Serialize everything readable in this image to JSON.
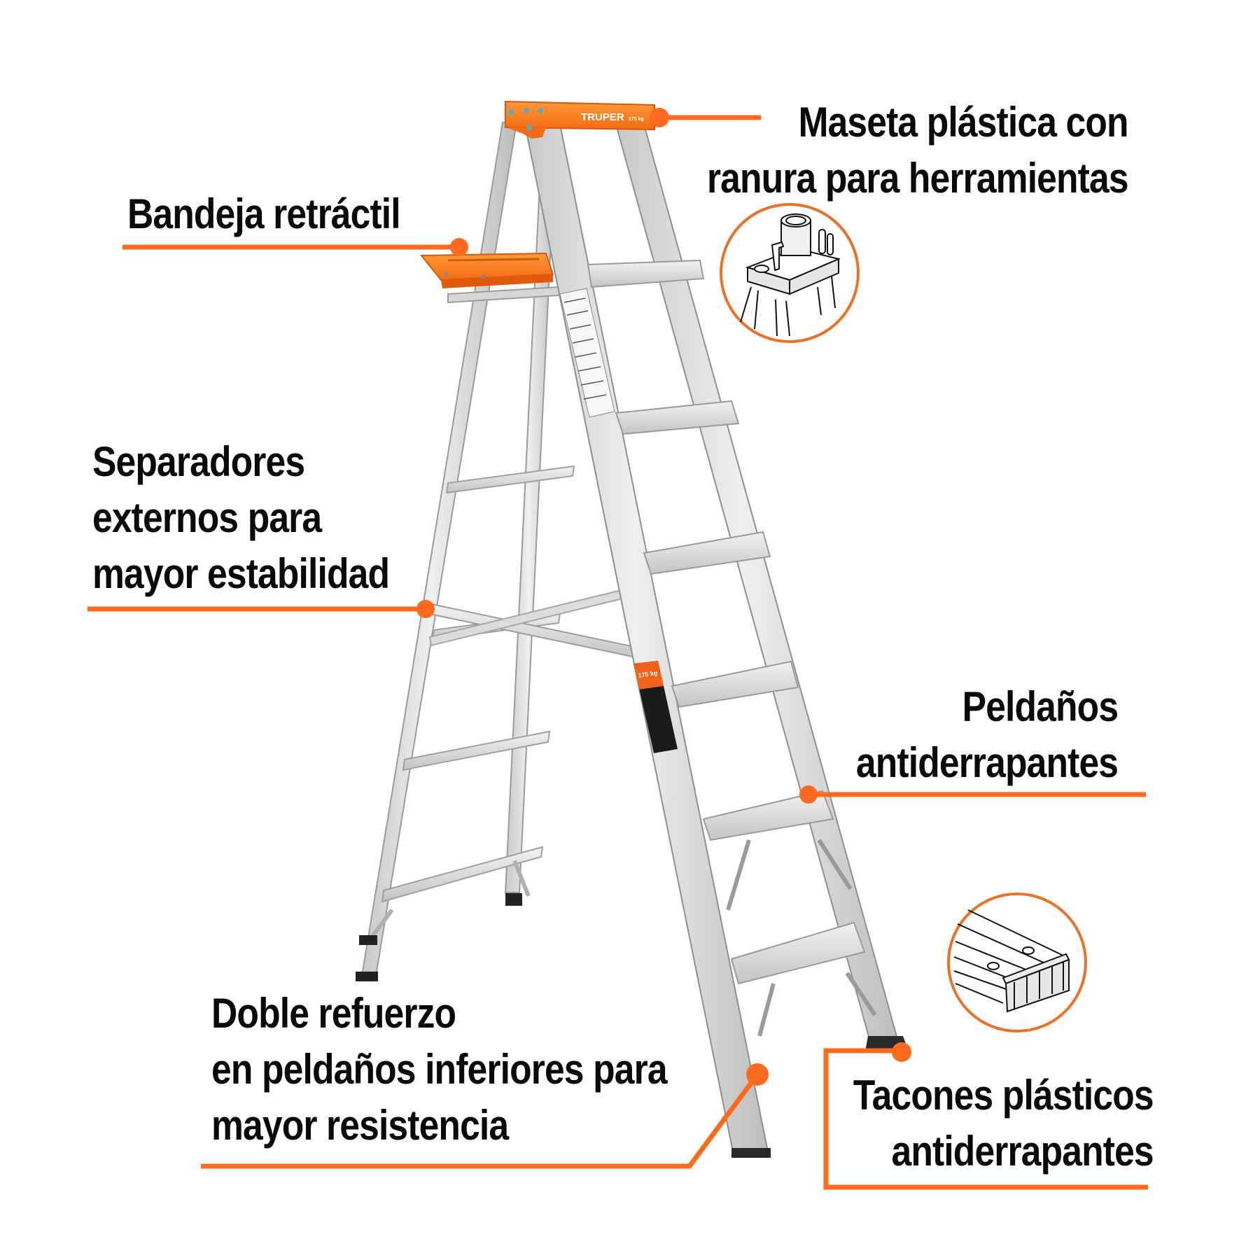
{
  "product": {
    "brand": "TRUPER",
    "capacity_label": "175 kg",
    "type": "Escalera de tijera de aluminio",
    "steps_count_sticker": "6"
  },
  "colors": {
    "accent": "#FF6A1F",
    "callout_line": "#FF6A1F",
    "text": "#0A0A0A",
    "background": "#FFFFFF",
    "aluminum": "#D9D9D9",
    "aluminum_dark": "#A9A9A9",
    "icon_circle": "#E8722A"
  },
  "callouts": [
    {
      "id": "maseta",
      "lines": [
        "Maseta plástica con",
        "ranura para herramientas"
      ],
      "icon": "tool-tray-top-icon"
    },
    {
      "id": "bandeja",
      "lines": [
        "Bandeja retráctil"
      ]
    },
    {
      "id": "separadores",
      "lines": [
        "Separadores",
        "externos para",
        "mayor estabilidad"
      ]
    },
    {
      "id": "peldanos",
      "lines": [
        "Peldaños",
        "antiderrapantes"
      ]
    },
    {
      "id": "doble",
      "lines": [
        "Doble refuerzo",
        "en peldaños inferiores para",
        "mayor resistencia"
      ]
    },
    {
      "id": "tacones",
      "lines": [
        "Tacones plásticos",
        "antiderrapantes"
      ],
      "icon": "anti-slip-foot-icon"
    }
  ]
}
